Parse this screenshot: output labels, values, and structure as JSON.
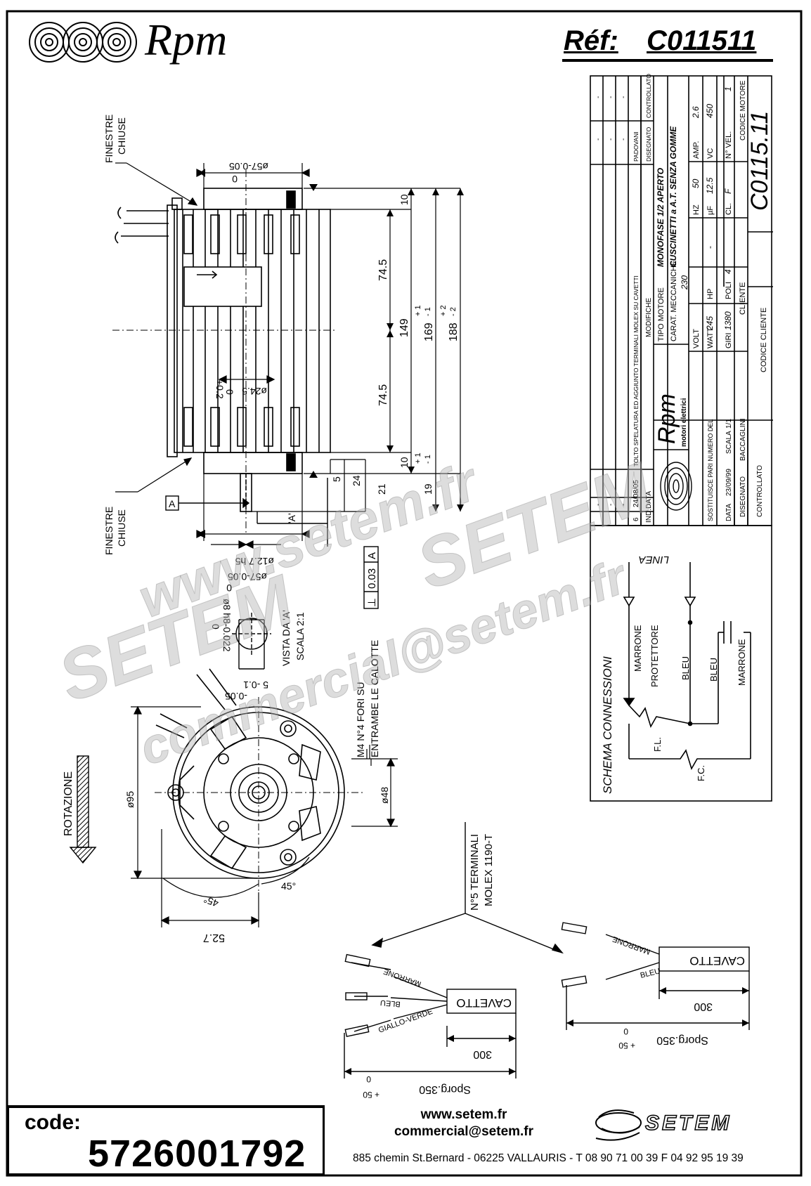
{
  "header": {
    "brand": "Rpm",
    "ref_label": "Réf:",
    "ref_value": "C011511"
  },
  "drawing": {
    "finestre_top": [
      "FINESTRE",
      "CHIUSE"
    ],
    "finestre_bottom": [
      "FINESTRE",
      "CHIUSE"
    ],
    "dim_d57_top": "ø57-0.05",
    "dim_d57_top_zero": "0",
    "dim_d57_bottom": "ø57-0.05",
    "dim_d57_bottom_zero": "0",
    "dim_d24": "ø24.5",
    "dim_d24_tol": "+0.2",
    "dim_d24_tol2": "0",
    "dim_d127": "ø12.7 h5",
    "dim_74_top": "74.5",
    "dim_74_bottom": "74.5",
    "dim_149": "149",
    "dim_169": "169",
    "dim_169_tol": "+ 1",
    "dim_169_tol2": "- 1",
    "dim_188": "188",
    "dim_188_tol": "+ 2",
    "dim_188_tol2": "- 2",
    "dim_10_top": "10",
    "dim_10_bottom": "10",
    "dim_10_tol": "+ 1",
    "dim_10_tol2": "- 1",
    "dim_5": "5",
    "dim_24": "24",
    "dim_21": "21",
    "dim_19": "19",
    "datum_a": "A",
    "section_a": "'A'",
    "tolerance_frame": [
      "⊥",
      "0.03",
      "A"
    ],
    "dim_d8": "ø8 h8-0.022",
    "dim_d8_zero": "0",
    "dim_5_01": "5 -0.1",
    "dim_5_005": "-0.05",
    "vista": "VISTA DA 'A'",
    "scala": "SCALA 2:1",
    "fori": "M4 N°4 FORI SU",
    "fori2": "ENTRAMBE LE CALOTTE",
    "dim_d95": "ø95",
    "dim_d48": "ø48",
    "dim_45a": "45°",
    "dim_45b": "45°",
    "dim_527": "52.7",
    "rotazione": "ROTAZIONE"
  },
  "title_block": {
    "rev_index": "6",
    "rev_date": "24/08/05",
    "rev_text": "TOLTO SPELATURA ED AGGIUNTO TERMINALI MOLEX SU CAVETTI",
    "ind_label": "IND.",
    "data_label": "DATA",
    "modifiche_label": "MODIFICHE",
    "disegnato_label": "DISEGNATO",
    "controllato_label": "CONTROLLATO",
    "padovani": "PADOVANI",
    "dash": "-",
    "brand_small": "Rpm",
    "brand_sub": "motori elettrici",
    "tipo_motore_label": "TIPO MOTORE",
    "tipo_motore_value": "MONOFASE 1/2 APERTO",
    "carat_label": "CARAT. MECCANICHE",
    "carat_value": "CUSCINETTI a A.T. SENZA GOMME",
    "volt_label": "VOLT",
    "volt_value": "230",
    "hz_label": "HZ",
    "hz_value": "50",
    "amp_label": "AMP.",
    "amp_value": "2.6",
    "watt_label": "WATT",
    "watt_value": "245",
    "hp_label": "HP",
    "hp_value": "-",
    "uf_label": "µF",
    "uf_value": "12.5",
    "vc_label": "VC",
    "vc_value": "450",
    "giri_label": "GIRI",
    "giri_value": "1380",
    "poli_label": "POLI",
    "poli_value": "4",
    "cl_label": "CL.",
    "cl_value": "F",
    "nvel_label": "N° VEL.",
    "nvel_value": "1",
    "sostituisce_label": "SOSTITUISCE PARI NUMERO DEL",
    "sostituisce_value": "-",
    "cliente_label": "CLIENTE",
    "codice_motore_label": "CODICE MOTORE",
    "codice_motore_value": "C0115.11",
    "data2_label": "DATA",
    "data2_value": "23/09/99",
    "scala_label": "SCALA",
    "scala_value": "1/1",
    "disegnato2_label": "DISEGNATO",
    "disegnato2_value": "BACCAGLINI",
    "controllato2_label": "CONTROLLATO",
    "codice_cliente_label": "CODICE CLIENTE"
  },
  "schema": {
    "title": "SCHEMA CONNESSIONI",
    "linea": "LINEA",
    "marrone_a": "MARRONE",
    "protettore": "PROTETTORE",
    "bleu_a": "BLEU",
    "bleu_b": "BLEU",
    "marrone_b": "MARRONE",
    "fl": "F.L.",
    "fc": "F.C."
  },
  "cables": {
    "terminali": "N°5 TERMINALI",
    "molex": "MOLEX 1190-T",
    "left": {
      "marrone": "MARRONE",
      "bleu": "BLEU",
      "giallo": "GIALLO-VERDE",
      "cavetto": "CAVETTO",
      "len300": "300",
      "sporg": "Sporg.350",
      "sporg_tol": "0",
      "sporg_tol2": "+ 50"
    },
    "right": {
      "marrone": "MARRONE",
      "bleu": "BLEU",
      "cavetto": "CAVETTO",
      "len300": "300",
      "sporg": "Sporg.350",
      "sporg_tol": "0",
      "sporg_tol2": "+ 50"
    }
  },
  "watermark": {
    "text1": "www.setem.fr",
    "text2": "SETEM",
    "text3": "SETEM",
    "text4": "commercial@setem.fr"
  },
  "footer": {
    "code_label": "code:",
    "code_value": "5726001792",
    "website": "www.setem.fr",
    "email": "commercial@setem.fr",
    "address": "885 chemin St.Bernard  -  06225 VALLAURIS  -  T 08 90 71 00 39   F 04 92 95 19 39",
    "logo": "SETEM"
  }
}
